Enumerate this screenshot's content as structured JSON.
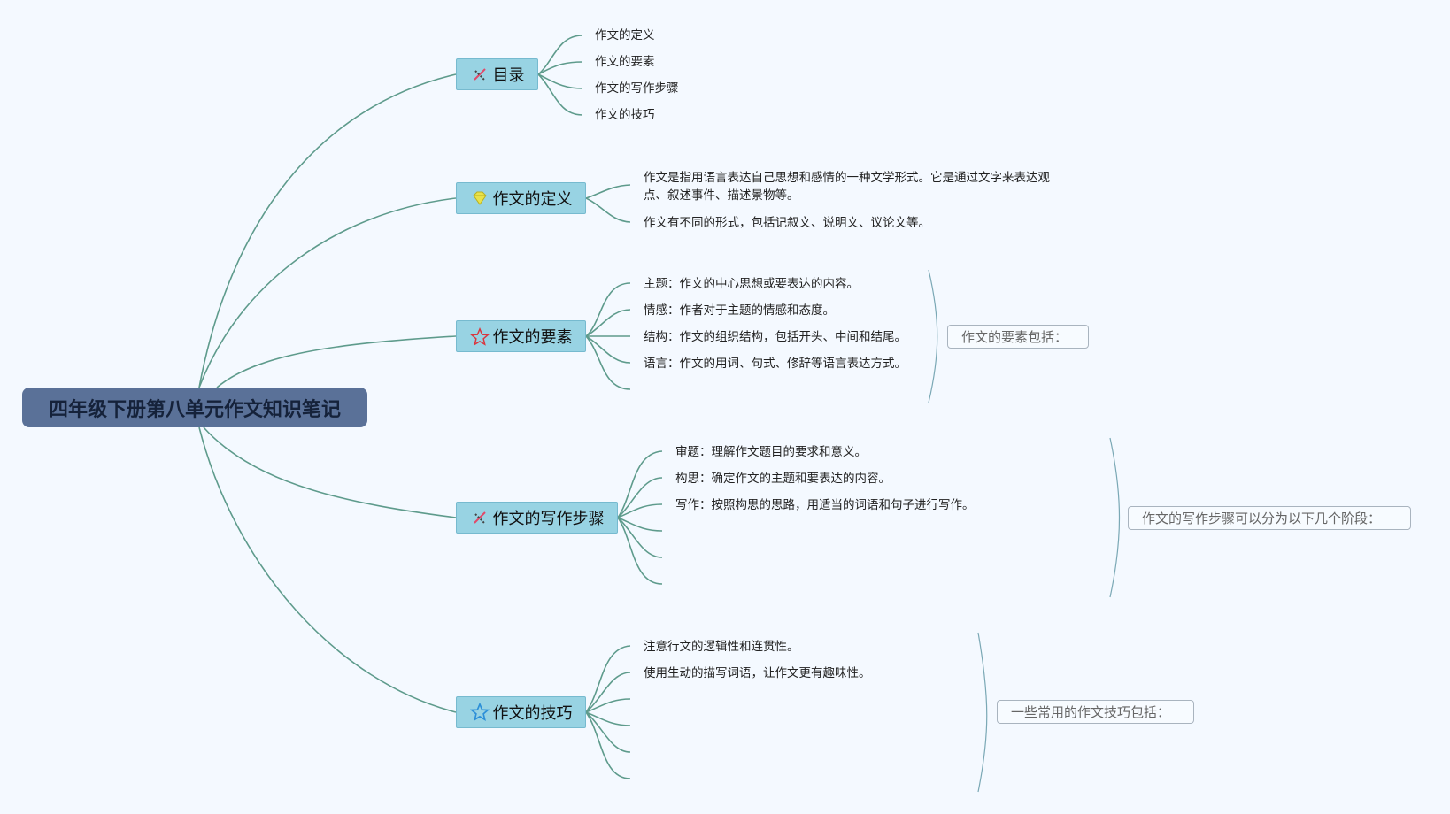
{
  "root": {
    "title": "四年级下册第八单元作文知识笔记"
  },
  "topics": {
    "toc": {
      "label": "目录",
      "icon": "pencil-ruler-icon",
      "children": [
        "作文的定义",
        "作文的要素",
        "作文的写作步骤",
        "作文的技巧"
      ]
    },
    "definition": {
      "label": "作文的定义",
      "icon": "gem-icon",
      "children": [
        "作文是指用语言表达自己思想和感情的一种文学形式。它是通过文字来表达观点、叙述事件、描述景物等。",
        "作文有不同的形式，包括记叙文、说明文、议论文等。"
      ]
    },
    "elements": {
      "label": "作文的要素",
      "icon": "star-outline-red-icon",
      "children": [
        "主题：作文的中心思想或要表达的内容。",
        "情感：作者对于主题的情感和态度。",
        "结构：作文的组织结构，包括开头、中间和结尾。",
        "语言：作文的用词、句式、修辞等语言表达方式。"
      ],
      "summary": "作文的要素包括："
    },
    "steps": {
      "label": "作文的写作步骤",
      "icon": "pencil-ruler-icon",
      "children": [
        "审题：理解作文题目的要求和意义。",
        "构思：确定作文的主题和要表达的内容。",
        "写作：按照构思的思路，用适当的词语和句子进行写作。"
      ],
      "summary": "作文的写作步骤可以分为以下几个阶段："
    },
    "techniques": {
      "label": "作文的技巧",
      "icon": "star-outline-blue-icon",
      "children": [
        "注意行文的逻辑性和连贯性。",
        "使用生动的描写词语，让作文更有趣味性。"
      ],
      "summary": "一些常用的作文技巧包括："
    }
  },
  "colors": {
    "connector": "#5e9b8c",
    "root_bg": "#5a7198",
    "topic_bg": "#98d3e3",
    "background": "#f4f9ff"
  }
}
